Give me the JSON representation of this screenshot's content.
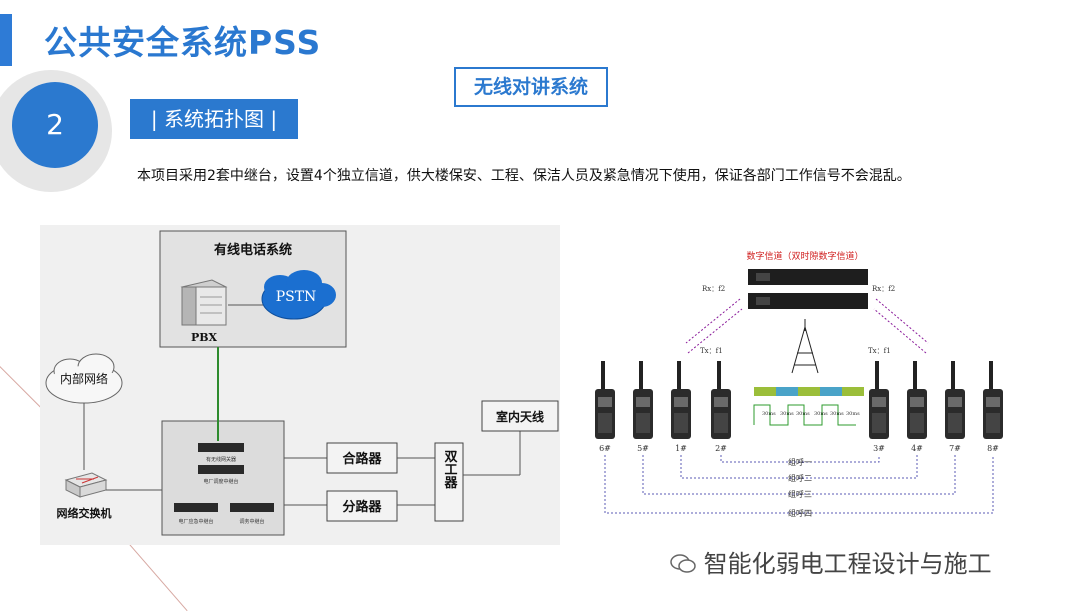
{
  "header": {
    "title": "公共安全系统PSS",
    "section_number": "2",
    "section_label": "| 系统拓扑图 |",
    "system_name": "无线对讲系统"
  },
  "description": "本项目采用2套中继台，设置4个独立信道，供大楼保安、工程、保洁人员及紧急情况下使用，保证各部门工作信号不会混乱。",
  "left_diagram": {
    "wired_phone_title": "有线电话系统",
    "pbx_label": "PBX",
    "pstn_label": "PSTN",
    "internal_network_label": "内部网络",
    "network_switch_label": "网络交换机",
    "combiner_label": "合路器",
    "splitter_label": "分路器",
    "duplexer_label": "双工器",
    "indoor_antenna_label": "室内天线",
    "device_labels": [
      "有无线网关器",
      "电厂调度中继台",
      "电厂应急中继台",
      "调务中继台"
    ]
  },
  "right_diagram": {
    "repeater_title": "数字信道（双时隙数字信道）",
    "rx_labels": [
      "Rx：f2",
      "Rx：f2"
    ],
    "tx_labels": [
      "Tx：f1",
      "Tx：f1"
    ],
    "radio_labels": [
      "6#",
      "5#",
      "1#",
      "2#",
      "3#",
      "4#",
      "7#",
      "8#"
    ],
    "group_labels": [
      "组呼一",
      "组呼二",
      "组呼三",
      "组呼四"
    ],
    "timeslot_labels": [
      "30ms",
      "30ms",
      "30ms",
      "30ms",
      "30ms",
      "30ms"
    ]
  },
  "footer": {
    "watermark": "智能化弱电工程设计与施工"
  },
  "colors": {
    "accent": "#2b79cf",
    "badge_ring": "#e6e6e6",
    "group_line": "#5b5bb5"
  }
}
